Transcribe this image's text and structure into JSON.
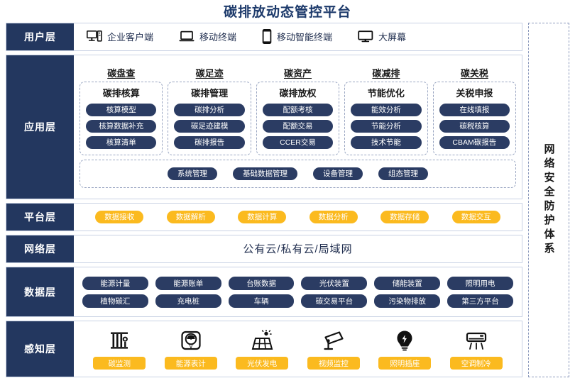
{
  "title": "碳排放动态管控平台",
  "security_band": {
    "label": "网络安全防护体系",
    "icon": "shield-dashed-frame"
  },
  "colors": {
    "navy": "#23375f",
    "pill_navy": "#2b3c63",
    "amber": "#fbba1f",
    "title_blue": "#1d3a6b",
    "border": "#c9d2e4",
    "dashed": "#9aa6c2"
  },
  "layers": {
    "user": {
      "label": "用户层",
      "items": [
        {
          "label": "企业客户端",
          "icon": "desktop-tower-icon"
        },
        {
          "label": "移动终端",
          "icon": "laptop-icon"
        },
        {
          "label": "移动智能终端",
          "icon": "smartphone-icon"
        },
        {
          "label": "大屏幕",
          "icon": "monitor-icon"
        }
      ]
    },
    "application": {
      "label": "应用层",
      "groups": [
        {
          "title": "碳盘查",
          "subtitle": "碳排核算",
          "items": [
            "核算模型",
            "核算数据补充",
            "核算清单"
          ]
        },
        {
          "title": "碳足迹",
          "subtitle": "碳排管理",
          "items": [
            "碳排分析",
            "碳足迹建模",
            "碳排报告"
          ]
        },
        {
          "title": "碳资产",
          "subtitle": "碳排放权",
          "items": [
            "配额考核",
            "配额交易",
            "CCER交易"
          ]
        },
        {
          "title": "碳减排",
          "subtitle": "节能优化",
          "items": [
            "能效分析",
            "节能分析",
            "技术节能"
          ]
        },
        {
          "title": "碳关税",
          "subtitle": "关税申报",
          "items": [
            "在线填报",
            "碳税核算",
            "CBAM碳报告"
          ]
        }
      ],
      "common": [
        "系统管理",
        "基础数据管理",
        "设备管理",
        "组态管理"
      ]
    },
    "platform": {
      "label": "平台层",
      "items": [
        "数据接收",
        "数据解析",
        "数据计算",
        "数据分析",
        "数据存储",
        "数据交互"
      ]
    },
    "network": {
      "label": "网络层",
      "text": "公有云/私有云/局域网"
    },
    "data": {
      "label": "数据层",
      "row1": [
        "能源计量",
        "能源账单",
        "台账数据",
        "光伏装置",
        "储能装置",
        "照明用电"
      ],
      "row2": [
        "植物碳汇",
        "充电桩",
        "车辆",
        "碳交易平台",
        "污染物排放",
        "第三方平台"
      ]
    },
    "sense": {
      "label": "感知层",
      "items": [
        {
          "label": "碳监测",
          "icon": "carbon-monitor-icon"
        },
        {
          "label": "能源表计",
          "icon": "energy-meter-gauge-icon"
        },
        {
          "label": "光伏发电",
          "icon": "solar-panel-icon"
        },
        {
          "label": "视频监控",
          "icon": "cctv-camera-icon"
        },
        {
          "label": "照明插座",
          "icon": "light-bulb-icon"
        },
        {
          "label": "空调制冷",
          "icon": "air-conditioner-icon"
        }
      ]
    }
  }
}
